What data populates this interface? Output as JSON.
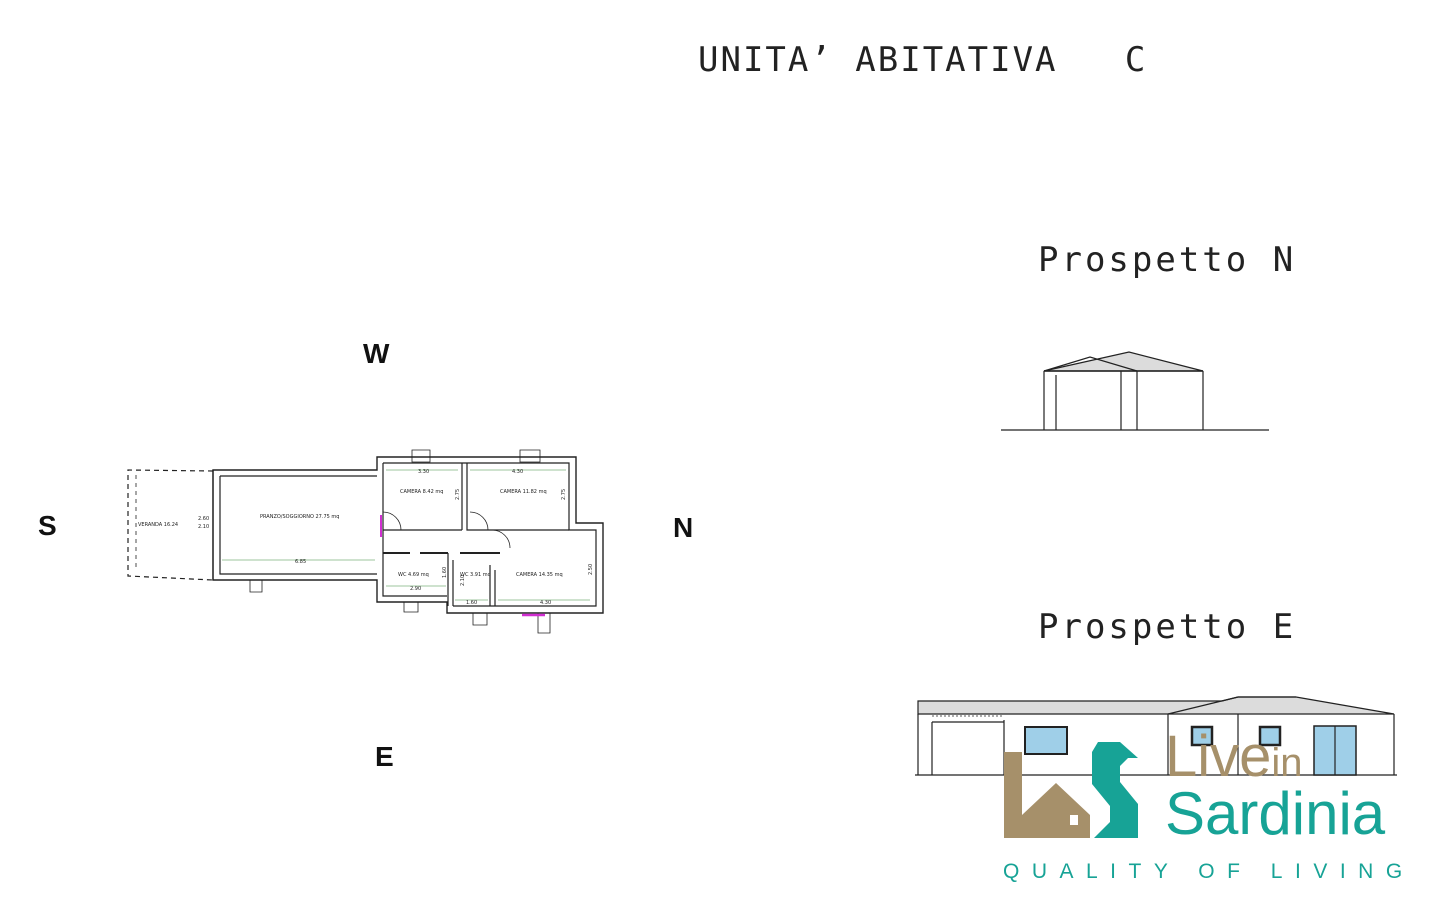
{
  "title": "UNITA’ ABITATIVA   C",
  "elevations": {
    "north_label": "Prospetto N",
    "east_label": "Prospetto E"
  },
  "compass": {
    "west": "W",
    "south": "S",
    "north": "N",
    "east": "E"
  },
  "rooms": {
    "veranda": "VERANDA 16.24",
    "pranzo": "PRANZO/SOGGIORNO 27.75 mq",
    "camera1": "CAMERA 8.42 mq",
    "camera2": "CAMERA 11.82 mq",
    "camera3": "CAMERA 14.35 mq",
    "wc1": "WC 4.69 mq",
    "wc2": "WC 3.91 mq"
  },
  "dimensions": {
    "d_pranzo": "6.85",
    "d_cam1": "3.30",
    "d_cam2": "4.30",
    "d_cam2_h": "2.75",
    "d_cam1_h": "2.75",
    "d_wc1": "2.90",
    "d_wc2": "1.60",
    "d_cam3": "4.30",
    "d_cam3_h": "2.50",
    "d_wc2_h": "2.10",
    "d_wc1_h": "1.60",
    "d_ver1": "2.60",
    "d_ver2": "2.10"
  },
  "logo": {
    "line1": "Live",
    "line1_small": "in",
    "line2": "Sardinia",
    "tagline": "QUALITY OF LIVING"
  },
  "colors": {
    "teal": "#17a396",
    "gold": "#a6906a"
  }
}
